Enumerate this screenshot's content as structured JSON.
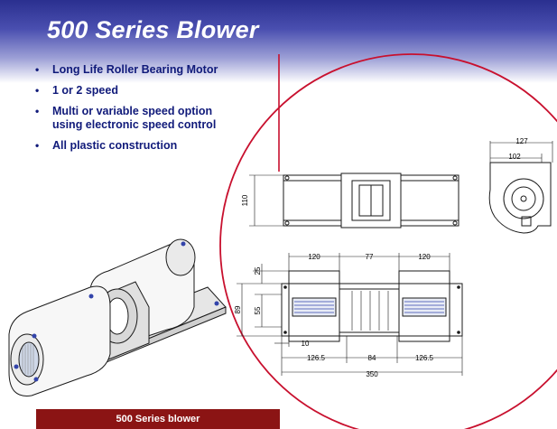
{
  "title": "500 Series Blower",
  "bullets": [
    {
      "lines": [
        "Long Life Roller Bearing  Motor"
      ]
    },
    {
      "lines": [
        "1 or 2 speed"
      ]
    },
    {
      "lines": [
        "Multi or variable speed option",
        "using electronic speed control"
      ]
    },
    {
      "lines": [
        "All plastic construction"
      ]
    }
  ],
  "caption": "500 Series blower",
  "dimensions": {
    "front_height": "110",
    "side_width_outer": "127",
    "side_width_inner": "102",
    "plan_left_segment": "120",
    "plan_center_segment": "77",
    "plan_right_segment": "120",
    "plan_outer_height": "89",
    "plan_top_offset": "25",
    "plan_inner_height": "55",
    "plan_edge_offset": "10",
    "plan_bottom_left": "126.5",
    "plan_bottom_center": "84",
    "plan_bottom_right": "126.5",
    "plan_overall_length": "350"
  },
  "colors": {
    "header_dark": "#2a2f8f",
    "text_blue": "#101a7a",
    "accent_red": "#c8102e",
    "caption_bg": "#8b1414"
  }
}
